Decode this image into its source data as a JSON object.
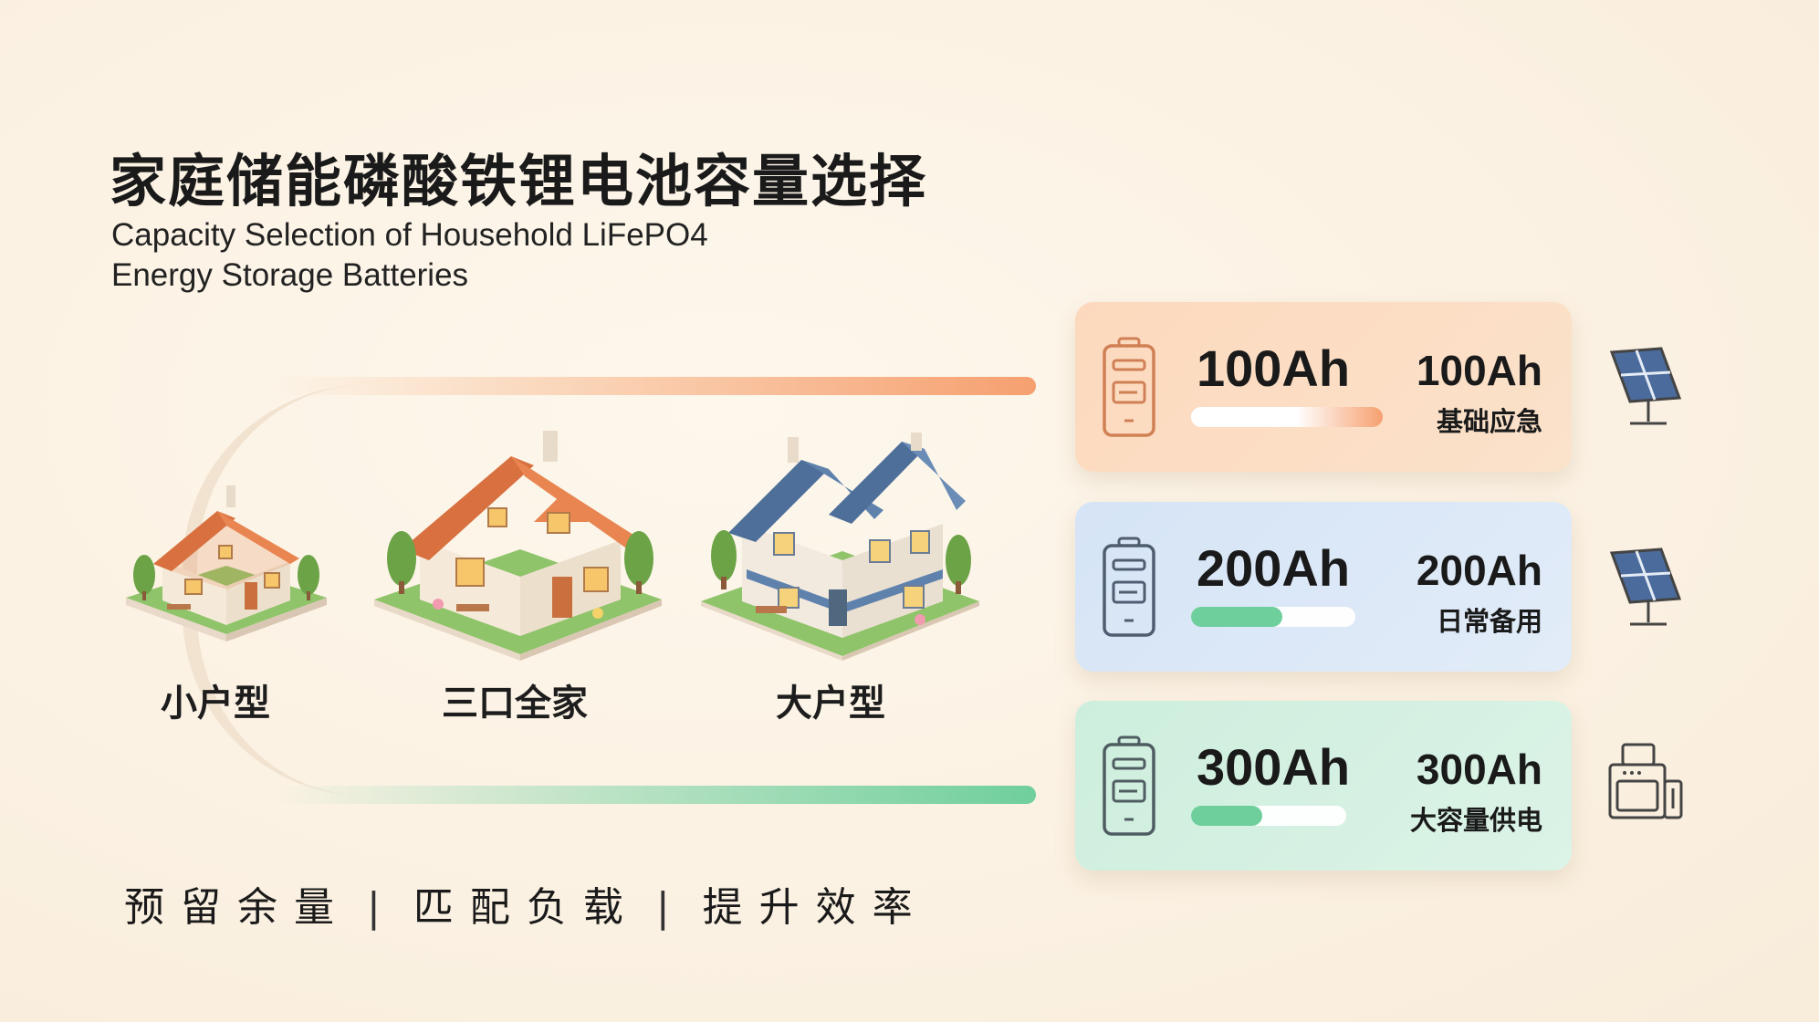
{
  "title": "家庭储能磷酸铁锂电池容量选择",
  "subtitle": "Capacity Selection of Household LiFePO4 Energy Storage Batteries",
  "houses": [
    {
      "label": "小户型"
    },
    {
      "label": "三口全家"
    },
    {
      "label": "大户型"
    }
  ],
  "cards": [
    {
      "capacity": "100Ah",
      "right_capacity": "100Ah",
      "note": "基础应急",
      "level": 1,
      "accent": "#f6a070",
      "icon": "solar-panel-icon"
    },
    {
      "capacity": "200Ah",
      "right_capacity": "200Ah",
      "note": "日常备用",
      "level": 0.55,
      "accent": "#6fcf9c",
      "icon": "solar-panel-icon"
    },
    {
      "capacity": "300Ah",
      "right_capacity": "300Ah",
      "note": "大容量供电",
      "level": 0.45,
      "accent": "#6fcf9c",
      "icon": "appliances-icon"
    }
  ],
  "motto": {
    "items": [
      "预留余量",
      "匹配负载",
      "提升效率"
    ],
    "separator": "|"
  }
}
